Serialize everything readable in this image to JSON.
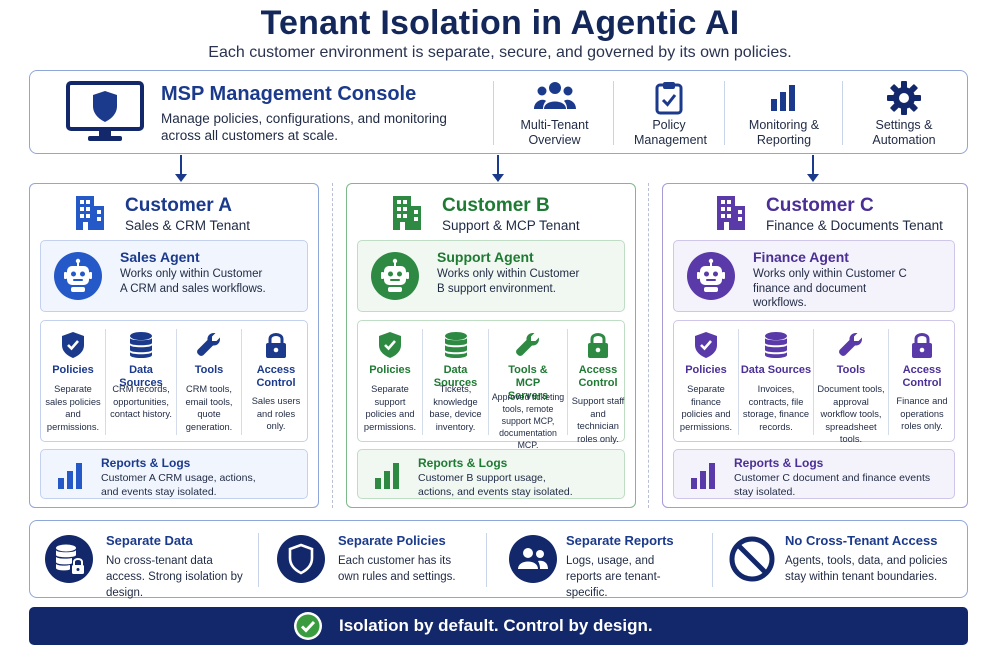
{
  "header": {
    "title": "Tenant Isolation in Agentic AI",
    "subtitle": "Each customer environment is separate, secure, and governed by its own policies."
  },
  "console": {
    "title": "MSP Management Console",
    "description": "Manage policies, configurations, and monitoring across all customers at scale.",
    "icon": "monitor-shield-icon",
    "features": [
      {
        "label": "Multi-Tenant Overview",
        "icon": "users-icon"
      },
      {
        "label": "Policy Management",
        "icon": "clipboard-check-icon"
      },
      {
        "label": "Monitoring & Reporting",
        "icon": "bar-chart-icon"
      },
      {
        "label": "Settings & Automation",
        "icon": "gear-icon"
      }
    ]
  },
  "tenants": [
    {
      "name": "Customer A",
      "subtitle": "Sales & CRM Tenant",
      "color": "#1b3a8c",
      "agent": {
        "name": "Sales Agent",
        "description": "Works only within Customer A CRM and sales workflows."
      },
      "capabilities": [
        {
          "name": "Policies",
          "description": "Separate sales policies and permissions.",
          "icon": "shield-check-icon"
        },
        {
          "name": "Data Sources",
          "description": "CRM records, opportunities, contact history.",
          "icon": "database-icon"
        },
        {
          "name": "Tools",
          "description": "CRM tools, email tools, quote generation.",
          "icon": "wrench-icon"
        },
        {
          "name": "Access Control",
          "description": "Sales users and roles only.",
          "icon": "lock-icon"
        }
      ],
      "reports": {
        "name": "Reports & Logs",
        "description": "Customer A CRM usage, actions, and events stay isolated."
      }
    },
    {
      "name": "Customer B",
      "subtitle": "Support & MCP Tenant",
      "color": "#1f7a33",
      "agent": {
        "name": "Support Agent",
        "description": "Works only within Customer B support environment."
      },
      "capabilities": [
        {
          "name": "Policies",
          "description": "Separate support policies and permissions.",
          "icon": "shield-check-icon"
        },
        {
          "name": "Data Sources",
          "description": "Tickets, knowledge base, device inventory.",
          "icon": "database-icon"
        },
        {
          "name": "Tools & MCP Servers",
          "description": "Approved ticketing tools, remote support MCP, documentation MCP.",
          "icon": "wrench-icon"
        },
        {
          "name": "Access Control",
          "description": "Support staff and technician roles only.",
          "icon": "lock-icon"
        }
      ],
      "reports": {
        "name": "Reports & Logs",
        "description": "Customer B support usage, actions, and events stay isolated."
      }
    },
    {
      "name": "Customer C",
      "subtitle": "Finance & Documents Tenant",
      "color": "#4b2f96",
      "agent": {
        "name": "Finance Agent",
        "description": "Works only within Customer C finance and document workflows."
      },
      "capabilities": [
        {
          "name": "Policies",
          "description": "Separate finance policies and permissions.",
          "icon": "shield-check-icon"
        },
        {
          "name": "Data Sources",
          "description": "Invoices, contracts, file storage, finance records.",
          "icon": "database-icon"
        },
        {
          "name": "Tools",
          "description": "Document tools, approval workflow tools, spreadsheet tools.",
          "icon": "wrench-icon"
        },
        {
          "name": "Access Control",
          "description": "Finance and operations roles only.",
          "icon": "lock-icon"
        }
      ],
      "reports": {
        "name": "Reports & Logs",
        "description": "Customer C document and finance events stay isolated."
      }
    }
  ],
  "principles": [
    {
      "name": "Separate Data",
      "description": "No cross-tenant data access. Strong isolation by design.",
      "icon": "database-lock-icon"
    },
    {
      "name": "Separate Policies",
      "description": "Each customer has its own rules and settings.",
      "icon": "shield-icon"
    },
    {
      "name": "Separate Reports",
      "description": "Logs, usage, and reports are tenant-specific.",
      "icon": "users-icon"
    },
    {
      "name": "No Cross-Tenant Access",
      "description": "Agents, tools, data, and policies stay within tenant boundaries.",
      "icon": "prohibited-icon"
    }
  ],
  "banner": {
    "text": "Isolation by default. Control by design.",
    "icon": "check-circle-icon"
  }
}
